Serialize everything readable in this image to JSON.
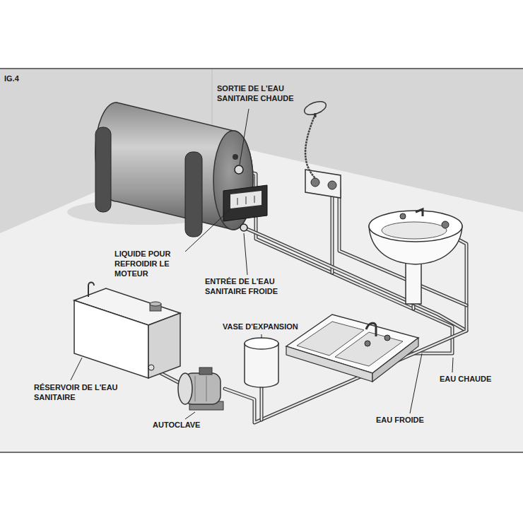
{
  "diagram": {
    "labels": [
      "IG.4",
      "SORTIE DE L'EAU SANITAIRE CHAUDE",
      "LIQUIDE POUR REFROIDIR LE MOTEUR",
      "ENTRÉE DE L'EAU SANITAIRE FROIDE",
      "VASE D'EXPANSION",
      "RÉSERVOIR DE L'EAU SANITAIRE",
      "AUTOCLAVE",
      "EAU CHAUDE",
      "EAU FROIDE"
    ]
  }
}
